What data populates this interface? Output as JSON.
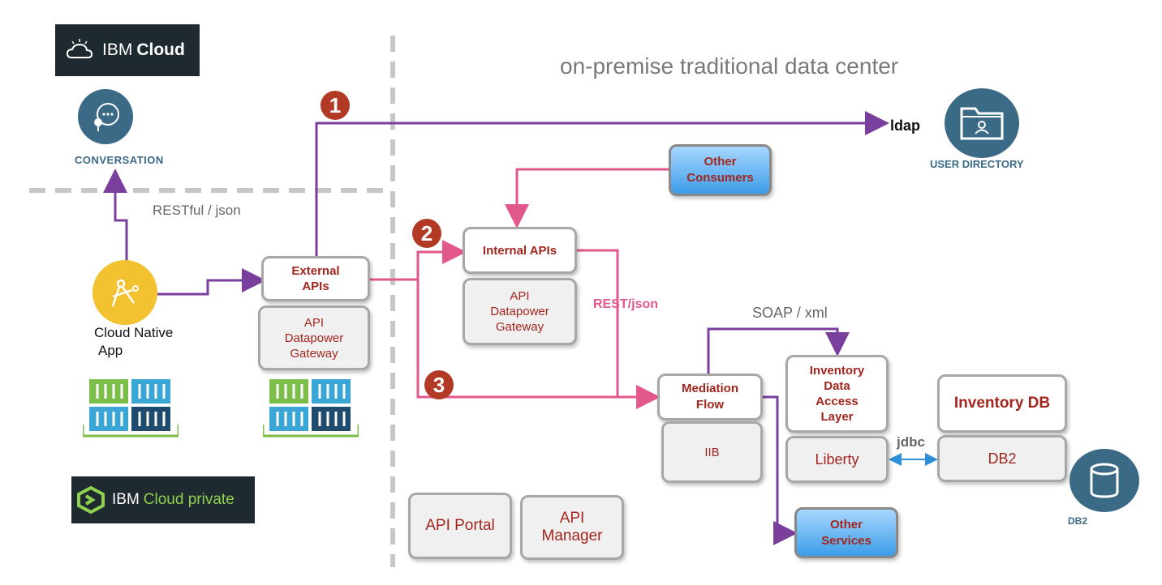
{
  "logos": {
    "ibm_cloud_prefix": "IBM",
    "ibm_cloud_suffix": "Cloud",
    "ibm_cloud_private_prefix": "IBM",
    "ibm_cloud_private_suffix": "Cloud private"
  },
  "regions": {
    "on_premise_title": "on-premise traditional data center"
  },
  "left": {
    "conversation_label": "CONVERSATION",
    "restful_label": "RESTful / json",
    "cloud_native_line1": "Cloud Native",
    "cloud_native_line2": "App"
  },
  "nodes": {
    "external_apis": "External APIs",
    "api_gateway_line1": "API",
    "api_gateway_line2": "Datapower",
    "api_gateway_line3": "Gateway",
    "internal_apis": "Internal APIs",
    "other_consumers_line1": "Other",
    "other_consumers_line2": "Consumers",
    "mediation_flow_line1": "Mediation",
    "mediation_flow_line2": "Flow",
    "iib": "IIB",
    "inventory_dal_line1": "Inventory",
    "inventory_dal_line2": "Data",
    "inventory_dal_line3": "Access",
    "inventory_dal_line4": "Layer",
    "liberty": "Liberty",
    "inventory_db": "Inventory DB",
    "db2_box": "DB2",
    "other_services_line1": "Other",
    "other_services_line2": "Services",
    "api_portal": "API Portal",
    "api_manager_line1": "API",
    "api_manager_line2": "Manager"
  },
  "labels": {
    "ldap": "ldap",
    "user_directory": "USER DIRECTORY",
    "rest_json": "REST/json",
    "soap_xml": "SOAP / xml",
    "jdbc": "jdbc",
    "db2_icon_label": "DB2"
  },
  "steps": [
    "1",
    "2",
    "3"
  ],
  "colors": {
    "purple": "#7a3e9d",
    "pink": "#e2588d",
    "dark_red": "#a3261e",
    "badge": "#b23a24",
    "icon_blue": "#3b6a86"
  }
}
